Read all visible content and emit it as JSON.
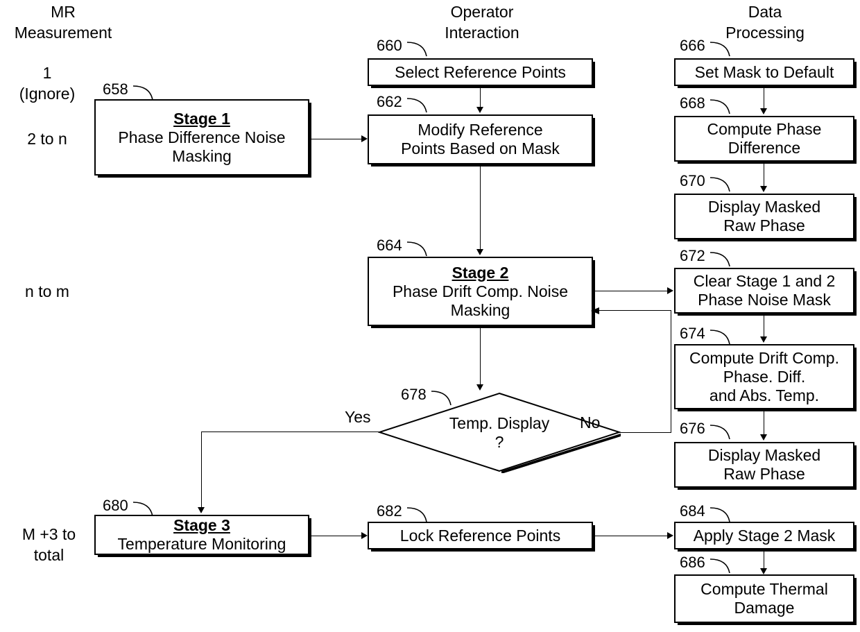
{
  "figure": {
    "type": "patent-flowchart",
    "columns": [
      {
        "id": "mr-measurement",
        "header": "MR\nMeasurement"
      },
      {
        "id": "operator-interaction",
        "header": "Operator\nInteraction"
      },
      {
        "id": "data-processing",
        "header": "Data\nProcessing"
      }
    ],
    "row_labels": [
      {
        "id": "row-1-ignore",
        "text": "1\n(Ignore)"
      },
      {
        "id": "row-2-to-n",
        "text": "2 to n"
      },
      {
        "id": "row-n-to-m",
        "text": "n to m"
      },
      {
        "id": "row-m3-to-total",
        "text": "M +3 to\ntotal"
      }
    ],
    "nodes": [
      {
        "id": "stage-1",
        "ref": "658",
        "title": "Stage 1",
        "body": "Phase Difference Noise\nMasking",
        "column": "mr-measurement",
        "shape": "process"
      },
      {
        "id": "select-reference-points",
        "ref": "660",
        "title": "",
        "body": "Select Reference Points",
        "column": "operator-interaction",
        "shape": "process"
      },
      {
        "id": "modify-reference-points",
        "ref": "662",
        "title": "",
        "body": "Modify Reference\nPoints Based on Mask",
        "column": "operator-interaction",
        "shape": "process"
      },
      {
        "id": "stage-2",
        "ref": "664",
        "title": "Stage 2",
        "body": "Phase Drift Comp. Noise\nMasking",
        "column": "operator-interaction",
        "shape": "process"
      },
      {
        "id": "set-mask-to-default",
        "ref": "666",
        "title": "",
        "body": "Set Mask to Default",
        "column": "data-processing",
        "shape": "process"
      },
      {
        "id": "compute-phase-difference",
        "ref": "668",
        "title": "",
        "body": "Compute Phase\nDifference",
        "column": "data-processing",
        "shape": "process"
      },
      {
        "id": "display-masked-raw-phase-670",
        "ref": "670",
        "title": "",
        "body": "Display Masked\nRaw Phase",
        "column": "data-processing",
        "shape": "process"
      },
      {
        "id": "clear-stage-1-and-2-mask",
        "ref": "672",
        "title": "",
        "body": "Clear Stage 1 and 2\nPhase Noise Mask",
        "column": "data-processing",
        "shape": "process"
      },
      {
        "id": "compute-drift-comp",
        "ref": "674",
        "title": "",
        "body": "Compute Drift Comp.\nPhase. Diff.\nand Abs. Temp.",
        "column": "data-processing",
        "shape": "process"
      },
      {
        "id": "display-masked-raw-phase-676",
        "ref": "676",
        "title": "",
        "body": "Display Masked\nRaw Phase",
        "column": "data-processing",
        "shape": "process"
      },
      {
        "id": "temp-display-decision",
        "ref": "678",
        "title": "",
        "body": "Temp. Display\n?",
        "column": "operator-interaction",
        "shape": "decision",
        "branches": [
          {
            "id": "yes",
            "label": "Yes"
          },
          {
            "id": "no",
            "label": "No"
          }
        ]
      },
      {
        "id": "stage-3",
        "ref": "680",
        "title": "Stage 3",
        "body": "Temperature Monitoring",
        "column": "mr-measurement",
        "shape": "process"
      },
      {
        "id": "lock-reference-points",
        "ref": "682",
        "title": "",
        "body": "Lock Reference Points",
        "column": "operator-interaction",
        "shape": "process"
      },
      {
        "id": "apply-stage-2-mask",
        "ref": "684",
        "title": "",
        "body": "Apply Stage 2 Mask",
        "column": "data-processing",
        "shape": "process"
      },
      {
        "id": "compute-thermal-damage",
        "ref": "686",
        "title": "",
        "body": "Compute Thermal\nDamage",
        "column": "data-processing",
        "shape": "process"
      }
    ],
    "colors": {
      "line": "#000000",
      "background": "#ffffff",
      "text": "#000000"
    }
  }
}
